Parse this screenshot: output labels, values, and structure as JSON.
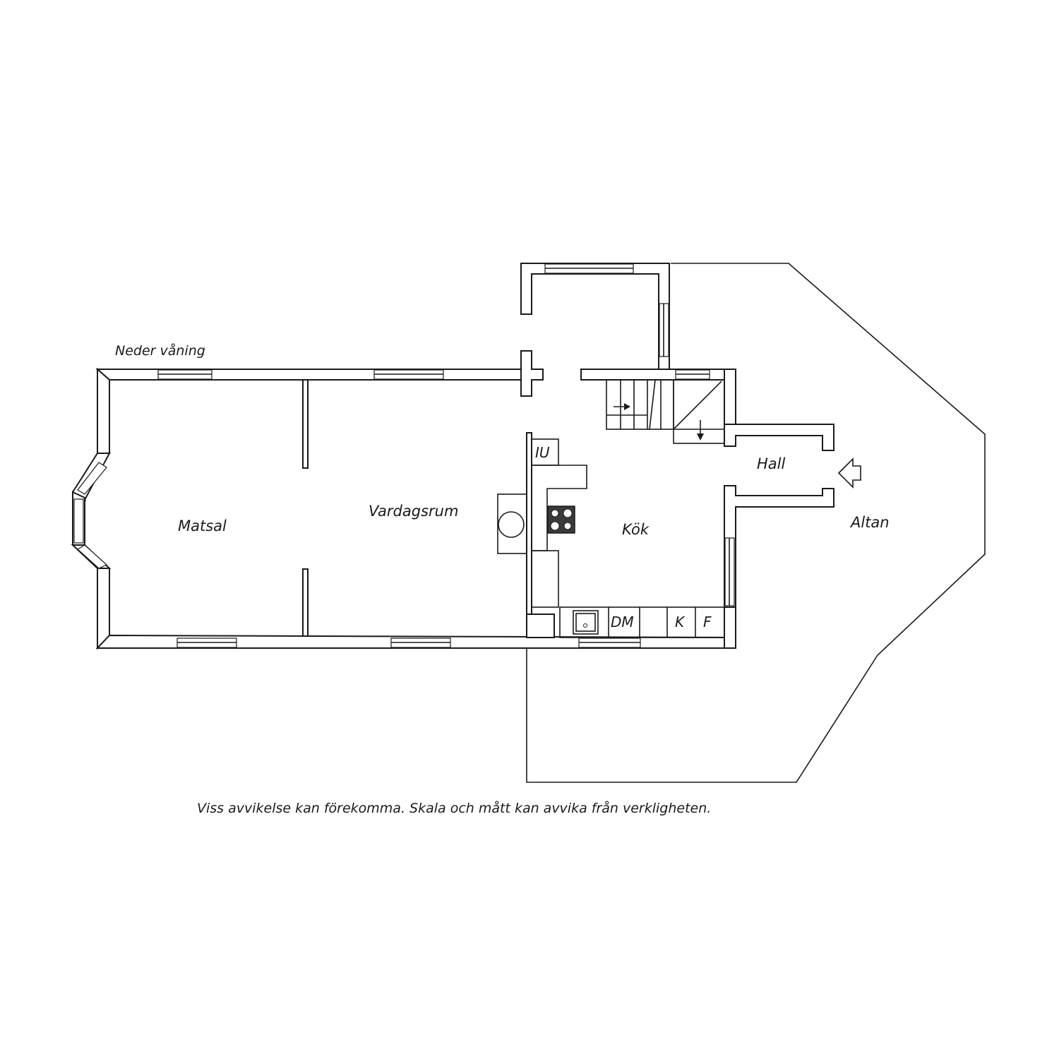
{
  "floor": {
    "title": "Neder våning"
  },
  "rooms": {
    "dining": "Matsal",
    "living": "Vardagsrum",
    "kitchen": "Kök",
    "hall": "Hall",
    "deck": "Altan"
  },
  "fixtures": {
    "iu": "IU",
    "dm": "DM",
    "k": "K",
    "f": "F"
  },
  "disclaimer": "Viss avvikelse kan förekomma. Skala och mått kan avvika från verkligheten.",
  "icons": [
    "entrance-arrow-icon",
    "stove-icon",
    "sink-icon",
    "fireplace-icon",
    "stair-arrow-icon"
  ]
}
